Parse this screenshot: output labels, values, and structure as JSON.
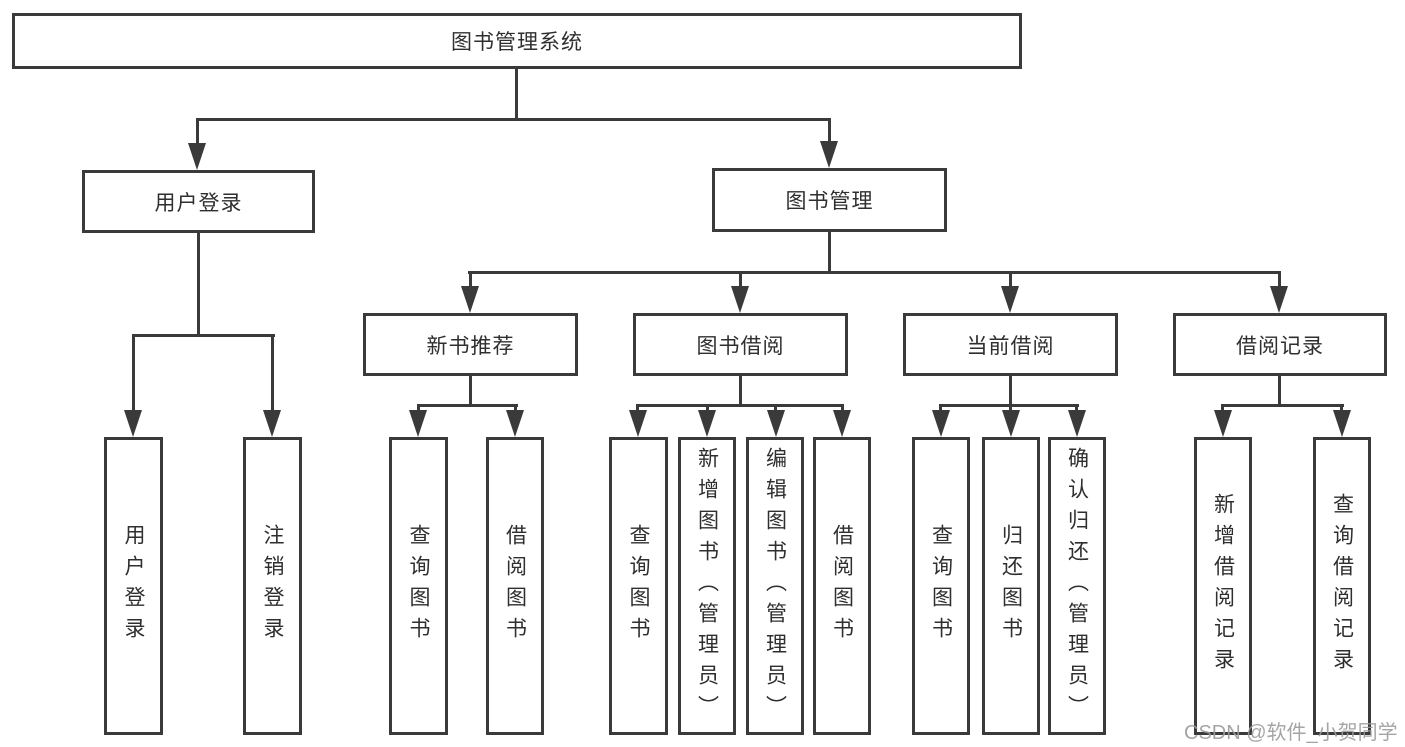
{
  "diagram": {
    "root": {
      "label": "图书管理系统"
    },
    "level2": {
      "user_login": {
        "label": "用户登录"
      },
      "book_management": {
        "label": "图书管理"
      }
    },
    "level3": {
      "new_book_recommend": {
        "label": "新书推荐"
      },
      "book_borrow": {
        "label": "图书借阅"
      },
      "current_borrow": {
        "label": "当前借阅"
      },
      "borrow_records": {
        "label": "借阅记录"
      }
    },
    "leaves": {
      "user_login_leaf": {
        "label": "用户登录"
      },
      "logout": {
        "label": "注销登录"
      },
      "recommend_query_books": {
        "label": "查询图书"
      },
      "recommend_borrow_books": {
        "label": "借阅图书"
      },
      "borrow_query_books": {
        "label": "查询图书"
      },
      "borrow_add_books_admin": {
        "label": "新增图书（管理员）"
      },
      "borrow_edit_books_admin": {
        "label": "编辑图书（管理员）"
      },
      "borrow_borrow_books": {
        "label": "借阅图书"
      },
      "current_query_books": {
        "label": "查询图书"
      },
      "current_return_books": {
        "label": "归还图书"
      },
      "current_confirm_return_admin": {
        "label": "确认归还（管理员）"
      },
      "records_add_record": {
        "label": "新增借阅记录"
      },
      "records_query_record": {
        "label": "查询借阅记录"
      }
    },
    "watermark": "CSDN @软件_小贺同学",
    "colors": {
      "line": "#3a3a3a",
      "text": "#2f2f2f",
      "watermark": "#9c9c9c",
      "background": "#ffffff"
    }
  }
}
